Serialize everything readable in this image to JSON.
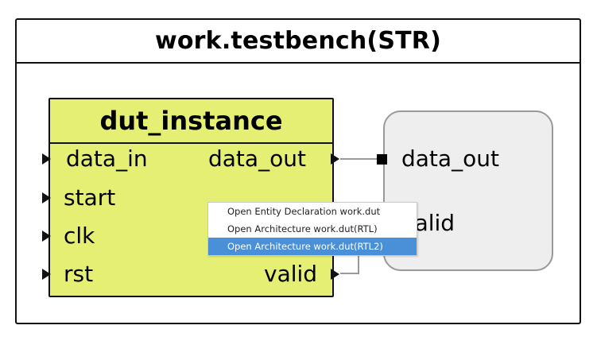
{
  "diagram": {
    "title": "work.testbench(STR)"
  },
  "instance": {
    "name": "dut_instance",
    "inputs": [
      "data_in",
      "start",
      "clk",
      "rst"
    ],
    "outputs": [
      "data_out",
      "valid"
    ]
  },
  "output_port_block": {
    "labels": [
      "data_out",
      "valid"
    ]
  },
  "context_menu": {
    "items": [
      "Open Entity Declaration work.dut",
      "Open Architecture work.dut(RTL)",
      "Open Architecture work.dut(RTL2)"
    ],
    "selected_index": 2
  },
  "colors": {
    "instance_fill": "#e4ef74",
    "output_block_fill": "#eeeeee",
    "menu_highlight": "#4a90d9",
    "wire": "#999999"
  }
}
